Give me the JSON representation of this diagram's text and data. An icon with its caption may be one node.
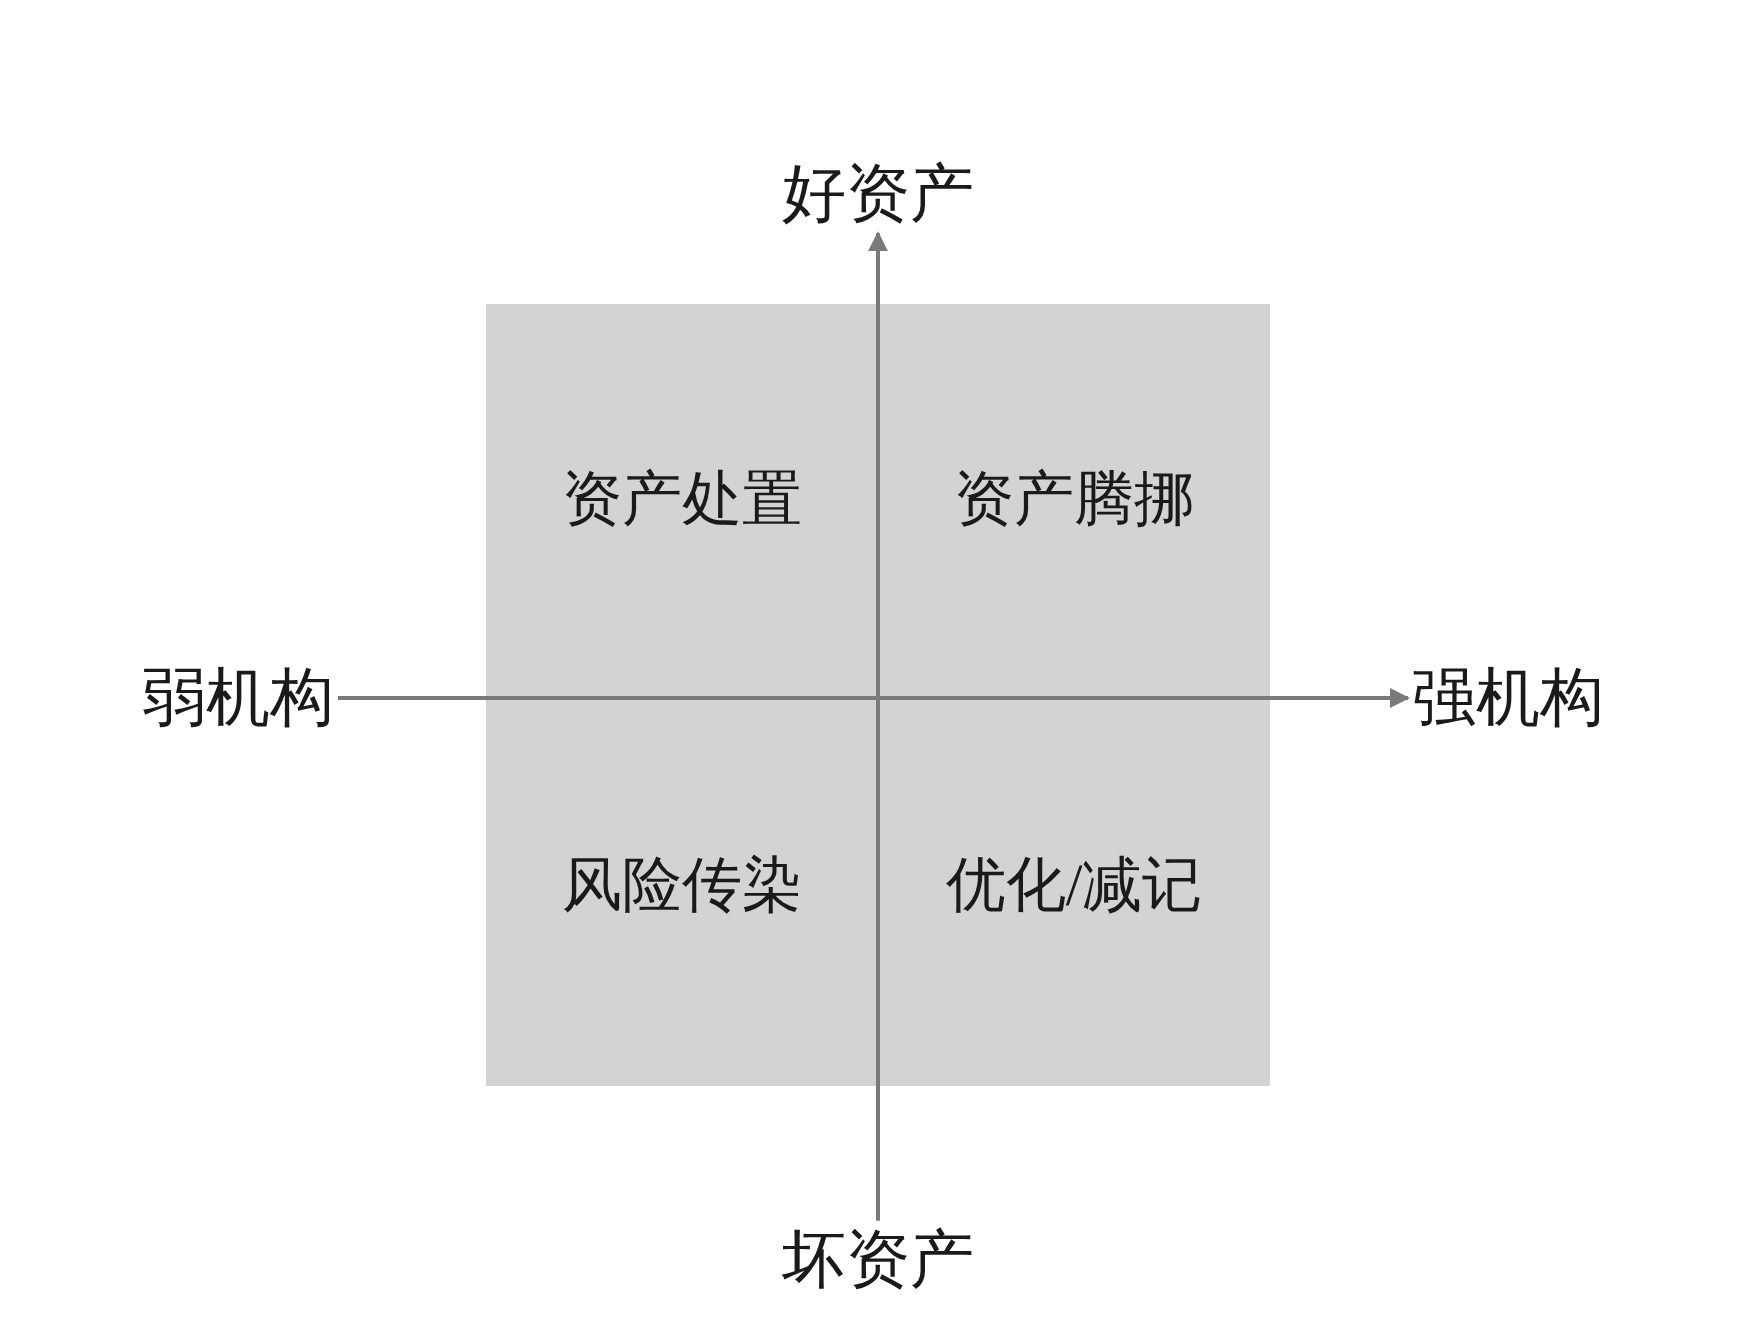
{
  "diagram": {
    "nodes": [
      {
        "text": [
          "好资产"
        ]
      },
      {
        "text": [
          "弱机构"
        ]
      },
      {
        "text": [
          "强机构"
        ]
      },
      {
        "text": [
          "坏资产"
        ]
      }
    ],
    "edges": [
      {
        "from": 3,
        "to": 0,
        "arrow": "to"
      },
      {
        "from": 1,
        "to": 2,
        "arrow": "to"
      }
    ],
    "labels": [
      "资产处置",
      "资产腾挪",
      "风险传染",
      "优化/减记"
    ]
  }
}
